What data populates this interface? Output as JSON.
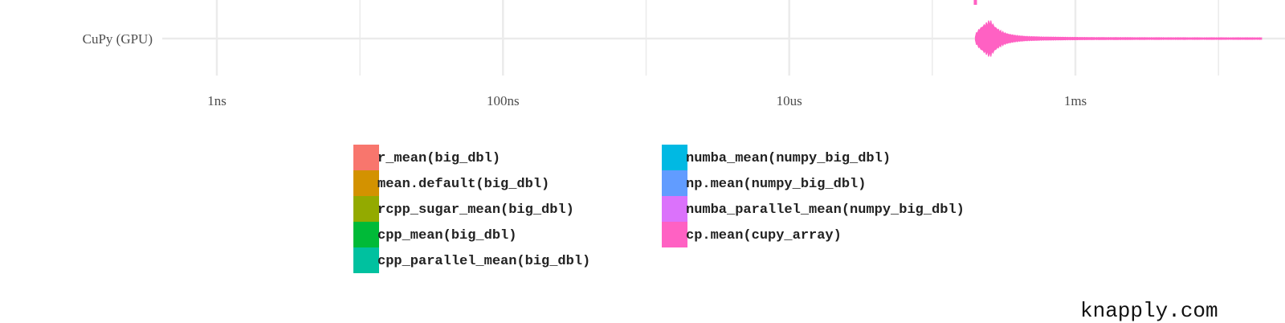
{
  "chart_data": {
    "type": "violin",
    "x_scale": "log10",
    "grid": true,
    "x_ticks": [
      {
        "label": "1ns",
        "value": 1e-09
      },
      {
        "label": "100ns",
        "value": 1e-07
      },
      {
        "label": "10us",
        "value": 1e-05
      },
      {
        "label": "1ms",
        "value": 0.001
      }
    ],
    "categories": [
      "CuPy (GPU)"
    ],
    "series": [
      {
        "name": "cp.mean(cupy_array)",
        "category": "CuPy (GPU)",
        "color": "#FF61C3",
        "min_time": 0.0002,
        "mode_time": 0.00025,
        "max_time": 0.02
      }
    ],
    "legend": {
      "placement": "bottom",
      "items": [
        {
          "label": "r_mean(big_dbl)",
          "color": "#F8766D"
        },
        {
          "label": "mean.default(big_dbl)",
          "color": "#D39200"
        },
        {
          "label": "rcpp_sugar_mean(big_dbl)",
          "color": "#93AA00"
        },
        {
          "label": "cpp_mean(big_dbl)",
          "color": "#00BA38"
        },
        {
          "label": "cpp_parallel_mean(big_dbl)",
          "color": "#00C19F"
        },
        {
          "label": "numba_mean(numpy_big_dbl)",
          "color": "#00B9E3"
        },
        {
          "label": "np.mean(numpy_big_dbl)",
          "color": "#619CFF"
        },
        {
          "label": "numba_parallel_mean(numpy_big_dbl)",
          "color": "#DB72FB"
        },
        {
          "label": "cp.mean(cupy_array)",
          "color": "#FF61C3"
        }
      ]
    }
  },
  "watermark": "knapply.com"
}
